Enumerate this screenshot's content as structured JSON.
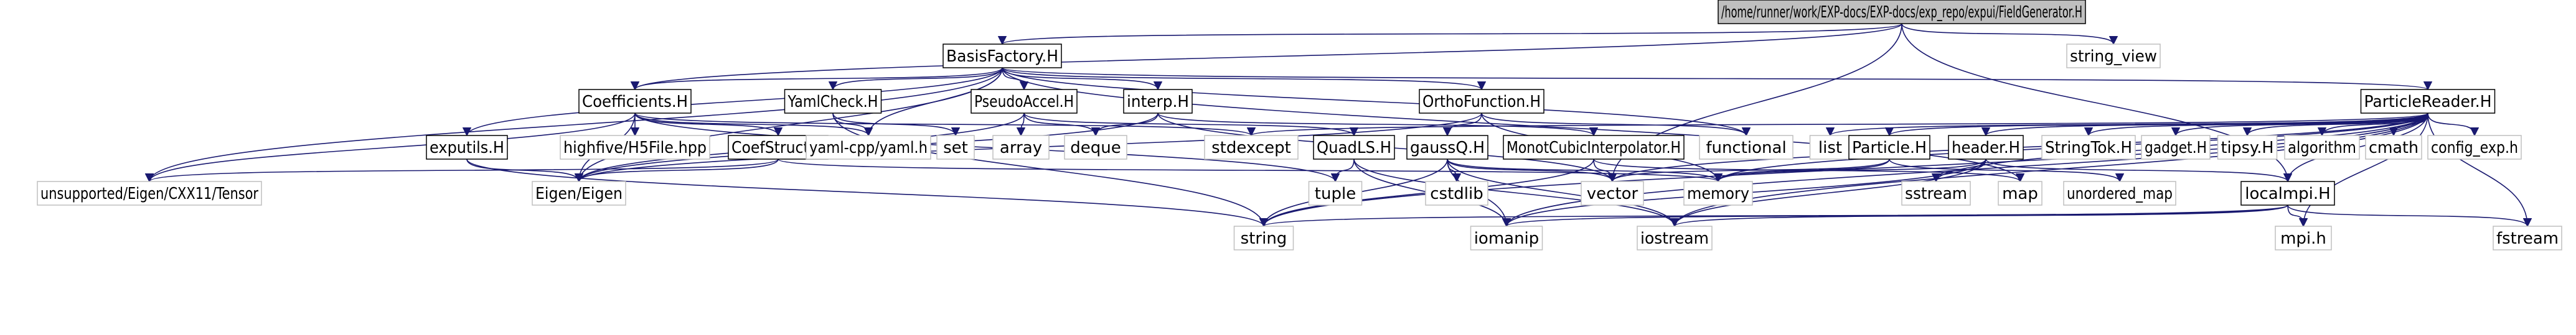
{
  "graph": {
    "type": "include-dependency-graph",
    "edge_color": "#191970",
    "root_fill": "#bfbfbf",
    "leaf_border": "#bfbfbf",
    "nodes": [
      {
        "id": "root",
        "label": "/home/runner/work/EXP-docs/EXP-docs/exp_repo/expui/FieldGenerator.H",
        "kind": "root"
      },
      {
        "id": "string_view",
        "label": "string_view",
        "kind": "leaf"
      },
      {
        "id": "BasisFactory",
        "label": "BasisFactory.H",
        "kind": "file"
      },
      {
        "id": "Coefficients",
        "label": "Coefficients.H",
        "kind": "file"
      },
      {
        "id": "YamlCheck",
        "label": "YamlCheck.H",
        "kind": "file"
      },
      {
        "id": "PseudoAccel",
        "label": "PseudoAccel.H",
        "kind": "file"
      },
      {
        "id": "interp",
        "label": "interp.H",
        "kind": "file"
      },
      {
        "id": "OrthoFunction",
        "label": "OrthoFunction.H",
        "kind": "file"
      },
      {
        "id": "ParticleReader",
        "label": "ParticleReader.H",
        "kind": "file"
      },
      {
        "id": "exputils",
        "label": "exputils.H",
        "kind": "file"
      },
      {
        "id": "highfive",
        "label": "highfive/H5File.hpp",
        "kind": "leaf"
      },
      {
        "id": "CoefStruct",
        "label": "CoefStruct.H",
        "kind": "file"
      },
      {
        "id": "yamlcpp",
        "label": "yaml-cpp/yaml.h",
        "kind": "leaf"
      },
      {
        "id": "set",
        "label": "set",
        "kind": "leaf"
      },
      {
        "id": "array",
        "label": "array",
        "kind": "leaf"
      },
      {
        "id": "deque",
        "label": "deque",
        "kind": "leaf"
      },
      {
        "id": "stdexcept",
        "label": "stdexcept",
        "kind": "leaf"
      },
      {
        "id": "QuadLS",
        "label": "QuadLS.H",
        "kind": "file"
      },
      {
        "id": "gaussQ",
        "label": "gaussQ.H",
        "kind": "file"
      },
      {
        "id": "MonotCubic",
        "label": "MonotCubicInterpolator.H",
        "kind": "file"
      },
      {
        "id": "functional",
        "label": "functional",
        "kind": "leaf"
      },
      {
        "id": "list",
        "label": "list",
        "kind": "leaf"
      },
      {
        "id": "Particle",
        "label": "Particle.H",
        "kind": "file"
      },
      {
        "id": "header",
        "label": "header.H",
        "kind": "file"
      },
      {
        "id": "StringTok",
        "label": "StringTok.H",
        "kind": "leaf"
      },
      {
        "id": "gadget",
        "label": "gadget.H",
        "kind": "leaf"
      },
      {
        "id": "tipsy",
        "label": "tipsy.H",
        "kind": "leaf"
      },
      {
        "id": "algorithm",
        "label": "algorithm",
        "kind": "leaf"
      },
      {
        "id": "cmath",
        "label": "cmath",
        "kind": "leaf"
      },
      {
        "id": "config_exp",
        "label": "config_exp.h",
        "kind": "leaf"
      },
      {
        "id": "tensor",
        "label": "unsupported/Eigen/CXX11/Tensor",
        "kind": "leaf"
      },
      {
        "id": "eigen",
        "label": "Eigen/Eigen",
        "kind": "leaf"
      },
      {
        "id": "tuple",
        "label": "tuple",
        "kind": "leaf"
      },
      {
        "id": "cstdlib",
        "label": "cstdlib",
        "kind": "leaf"
      },
      {
        "id": "vector",
        "label": "vector",
        "kind": "leaf"
      },
      {
        "id": "memory",
        "label": "memory",
        "kind": "leaf"
      },
      {
        "id": "sstream",
        "label": "sstream",
        "kind": "leaf"
      },
      {
        "id": "map",
        "label": "map",
        "kind": "leaf"
      },
      {
        "id": "unordered_map",
        "label": "unordered_map",
        "kind": "leaf"
      },
      {
        "id": "localmpi",
        "label": "localmpi.H",
        "kind": "file"
      },
      {
        "id": "string",
        "label": "string",
        "kind": "leaf"
      },
      {
        "id": "iomanip",
        "label": "iomanip",
        "kind": "leaf"
      },
      {
        "id": "iostream",
        "label": "iostream",
        "kind": "leaf"
      },
      {
        "id": "mpi",
        "label": "mpi.h",
        "kind": "leaf"
      },
      {
        "id": "fstream",
        "label": "fstream",
        "kind": "leaf"
      }
    ],
    "edges": [
      [
        "root",
        "string_view"
      ],
      [
        "root",
        "BasisFactory"
      ],
      [
        "root",
        "Coefficients"
      ],
      [
        "root",
        "vector"
      ],
      [
        "root",
        "localmpi"
      ],
      [
        "BasisFactory",
        "Coefficients"
      ],
      [
        "BasisFactory",
        "YamlCheck"
      ],
      [
        "BasisFactory",
        "PseudoAccel"
      ],
      [
        "BasisFactory",
        "interp"
      ],
      [
        "BasisFactory",
        "OrthoFunction"
      ],
      [
        "BasisFactory",
        "ParticleReader"
      ],
      [
        "BasisFactory",
        "exputils"
      ],
      [
        "BasisFactory",
        "tensor"
      ],
      [
        "BasisFactory",
        "yamlcpp"
      ],
      [
        "BasisFactory",
        "eigen"
      ],
      [
        "BasisFactory",
        "functional"
      ],
      [
        "BasisFactory",
        "map"
      ],
      [
        "Coefficients",
        "highfive"
      ],
      [
        "Coefficients",
        "CoefStruct"
      ],
      [
        "Coefficients",
        "yamlcpp"
      ],
      [
        "Coefficients",
        "stdexcept"
      ],
      [
        "Coefficients",
        "tensor"
      ],
      [
        "Coefficients",
        "eigen"
      ],
      [
        "Coefficients",
        "tuple"
      ],
      [
        "YamlCheck",
        "yamlcpp"
      ],
      [
        "YamlCheck",
        "set"
      ],
      [
        "YamlCheck",
        "string"
      ],
      [
        "PseudoAccel",
        "array"
      ],
      [
        "PseudoAccel",
        "deque"
      ],
      [
        "PseudoAccel",
        "QuadLS"
      ],
      [
        "PseudoAccel",
        "eigen"
      ],
      [
        "interp",
        "deque"
      ],
      [
        "interp",
        "eigen"
      ],
      [
        "interp",
        "MonotCubic"
      ],
      [
        "interp",
        "vector"
      ],
      [
        "OrthoFunction",
        "gaussQ"
      ],
      [
        "OrthoFunction",
        "functional"
      ],
      [
        "OrthoFunction",
        "eigen"
      ],
      [
        "OrthoFunction",
        "memory"
      ],
      [
        "ParticleReader",
        "stdexcept"
      ],
      [
        "ParticleReader",
        "list"
      ],
      [
        "ParticleReader",
        "Particle"
      ],
      [
        "ParticleReader",
        "header"
      ],
      [
        "ParticleReader",
        "StringTok"
      ],
      [
        "ParticleReader",
        "gadget"
      ],
      [
        "ParticleReader",
        "tipsy"
      ],
      [
        "ParticleReader",
        "algorithm"
      ],
      [
        "ParticleReader",
        "cmath"
      ],
      [
        "ParticleReader",
        "config_exp"
      ],
      [
        "ParticleReader",
        "localmpi"
      ],
      [
        "ParticleReader",
        "vector"
      ],
      [
        "ParticleReader",
        "memory"
      ],
      [
        "ParticleReader",
        "string"
      ],
      [
        "ParticleReader",
        "iomanip"
      ],
      [
        "ParticleReader",
        "iostream"
      ],
      [
        "ParticleReader",
        "mpi"
      ],
      [
        "ParticleReader",
        "fstream"
      ],
      [
        "ParticleReader",
        "sstream"
      ],
      [
        "exputils",
        "eigen"
      ],
      [
        "exputils",
        "string"
      ],
      [
        "CoefStruct",
        "tensor"
      ],
      [
        "CoefStruct",
        "eigen"
      ],
      [
        "CoefStruct",
        "memory"
      ],
      [
        "QuadLS",
        "tuple"
      ],
      [
        "QuadLS",
        "iostream"
      ],
      [
        "QuadLS",
        "iomanip"
      ],
      [
        "gaussQ",
        "cstdlib"
      ],
      [
        "gaussQ",
        "string"
      ],
      [
        "gaussQ",
        "vector"
      ],
      [
        "gaussQ",
        "iostream"
      ],
      [
        "gaussQ",
        "iomanip"
      ],
      [
        "gaussQ",
        "memory"
      ],
      [
        "MonotCubic",
        "vector"
      ],
      [
        "MonotCubic",
        "map"
      ],
      [
        "MonotCubic",
        "string"
      ],
      [
        "Particle",
        "vector"
      ],
      [
        "Particle",
        "memory"
      ],
      [
        "Particle",
        "unordered_map"
      ],
      [
        "header",
        "memory"
      ],
      [
        "header",
        "sstream"
      ],
      [
        "header",
        "iostream"
      ],
      [
        "header",
        "iomanip"
      ],
      [
        "header",
        "localmpi"
      ],
      [
        "localmpi",
        "mpi"
      ],
      [
        "localmpi",
        "iostream"
      ],
      [
        "localmpi",
        "fstream"
      ],
      [
        "localmpi",
        "iomanip"
      ],
      [
        "localmpi",
        "string"
      ]
    ]
  }
}
